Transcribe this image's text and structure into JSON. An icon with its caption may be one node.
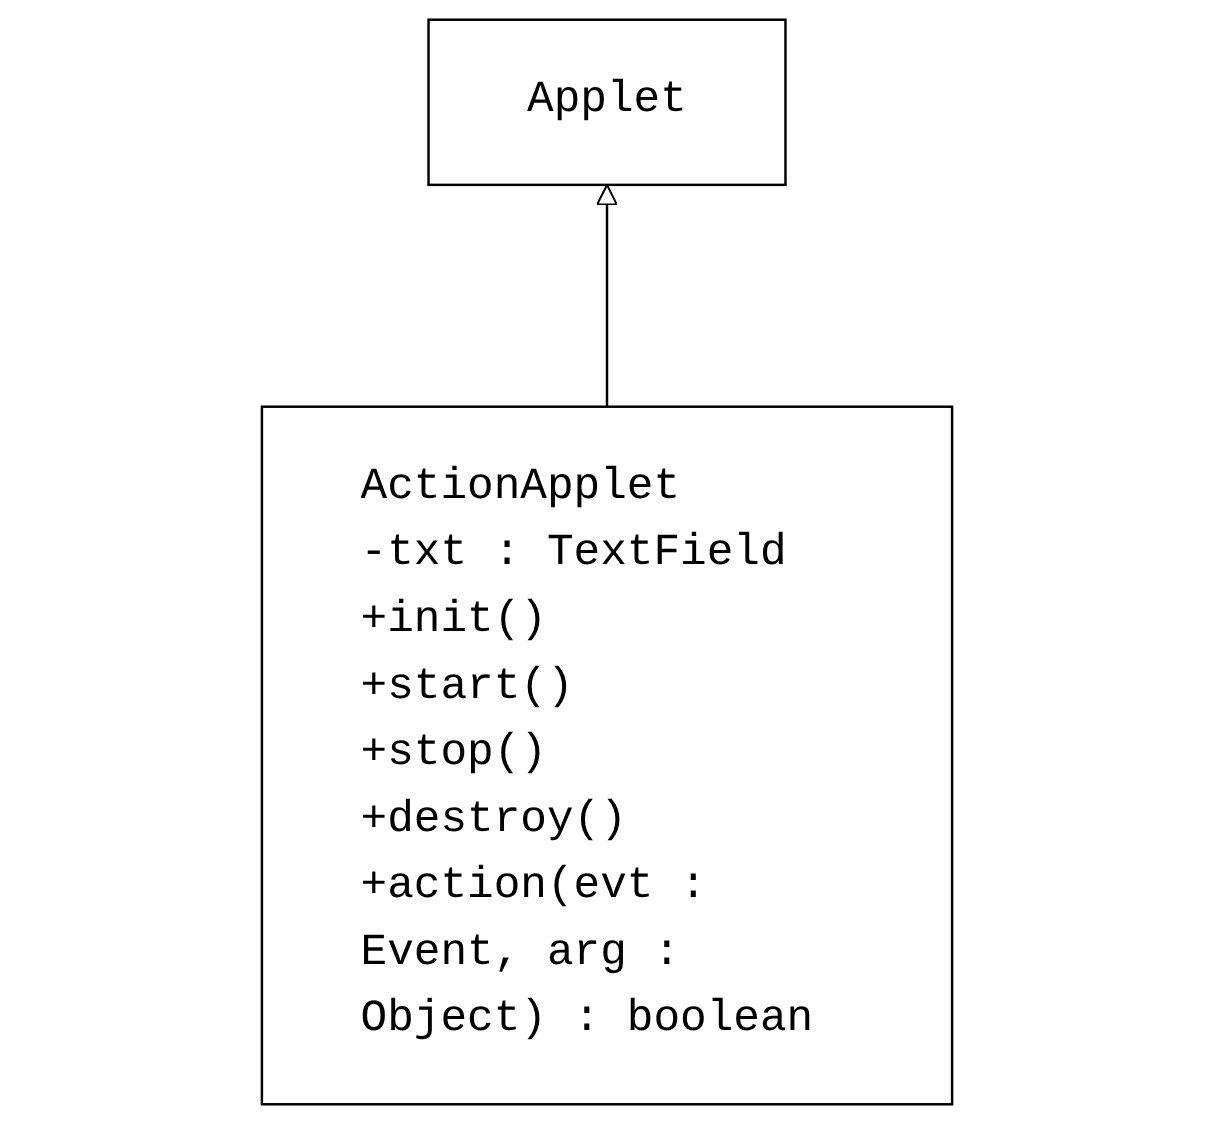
{
  "diagram": {
    "nodes": [
      {
        "text": [
          "Applet"
        ]
      },
      {
        "text": [
          "ActionApplet",
          "-txt : TextField",
          "+init()",
          "+start()",
          "+stop()",
          "+destroy()",
          "+action(evt : Event, arg : Object) : boolean"
        ]
      }
    ],
    "edges": [
      {
        "from": 1,
        "to": 0,
        "arrow": "to"
      }
    ]
  }
}
